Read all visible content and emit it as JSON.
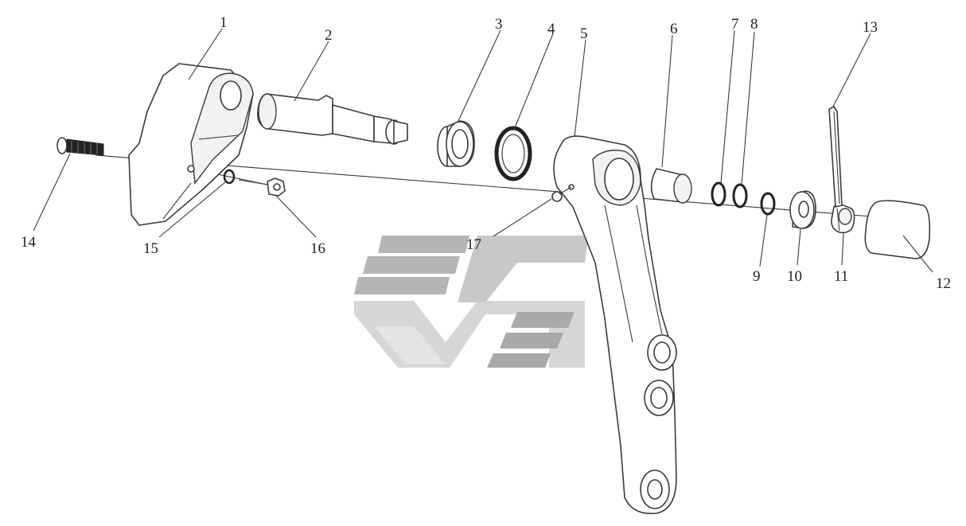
{
  "diagram": {
    "part_numbers": [
      "1",
      "2",
      "3",
      "4",
      "5",
      "6",
      "7",
      "8",
      "9",
      "10",
      "11",
      "12",
      "13",
      "14",
      "15",
      "16",
      "17"
    ]
  },
  "colors": {
    "line": "#3a3a3a",
    "watermark_dark": "#9a9a9a",
    "watermark_light": "#d6d6d6"
  }
}
